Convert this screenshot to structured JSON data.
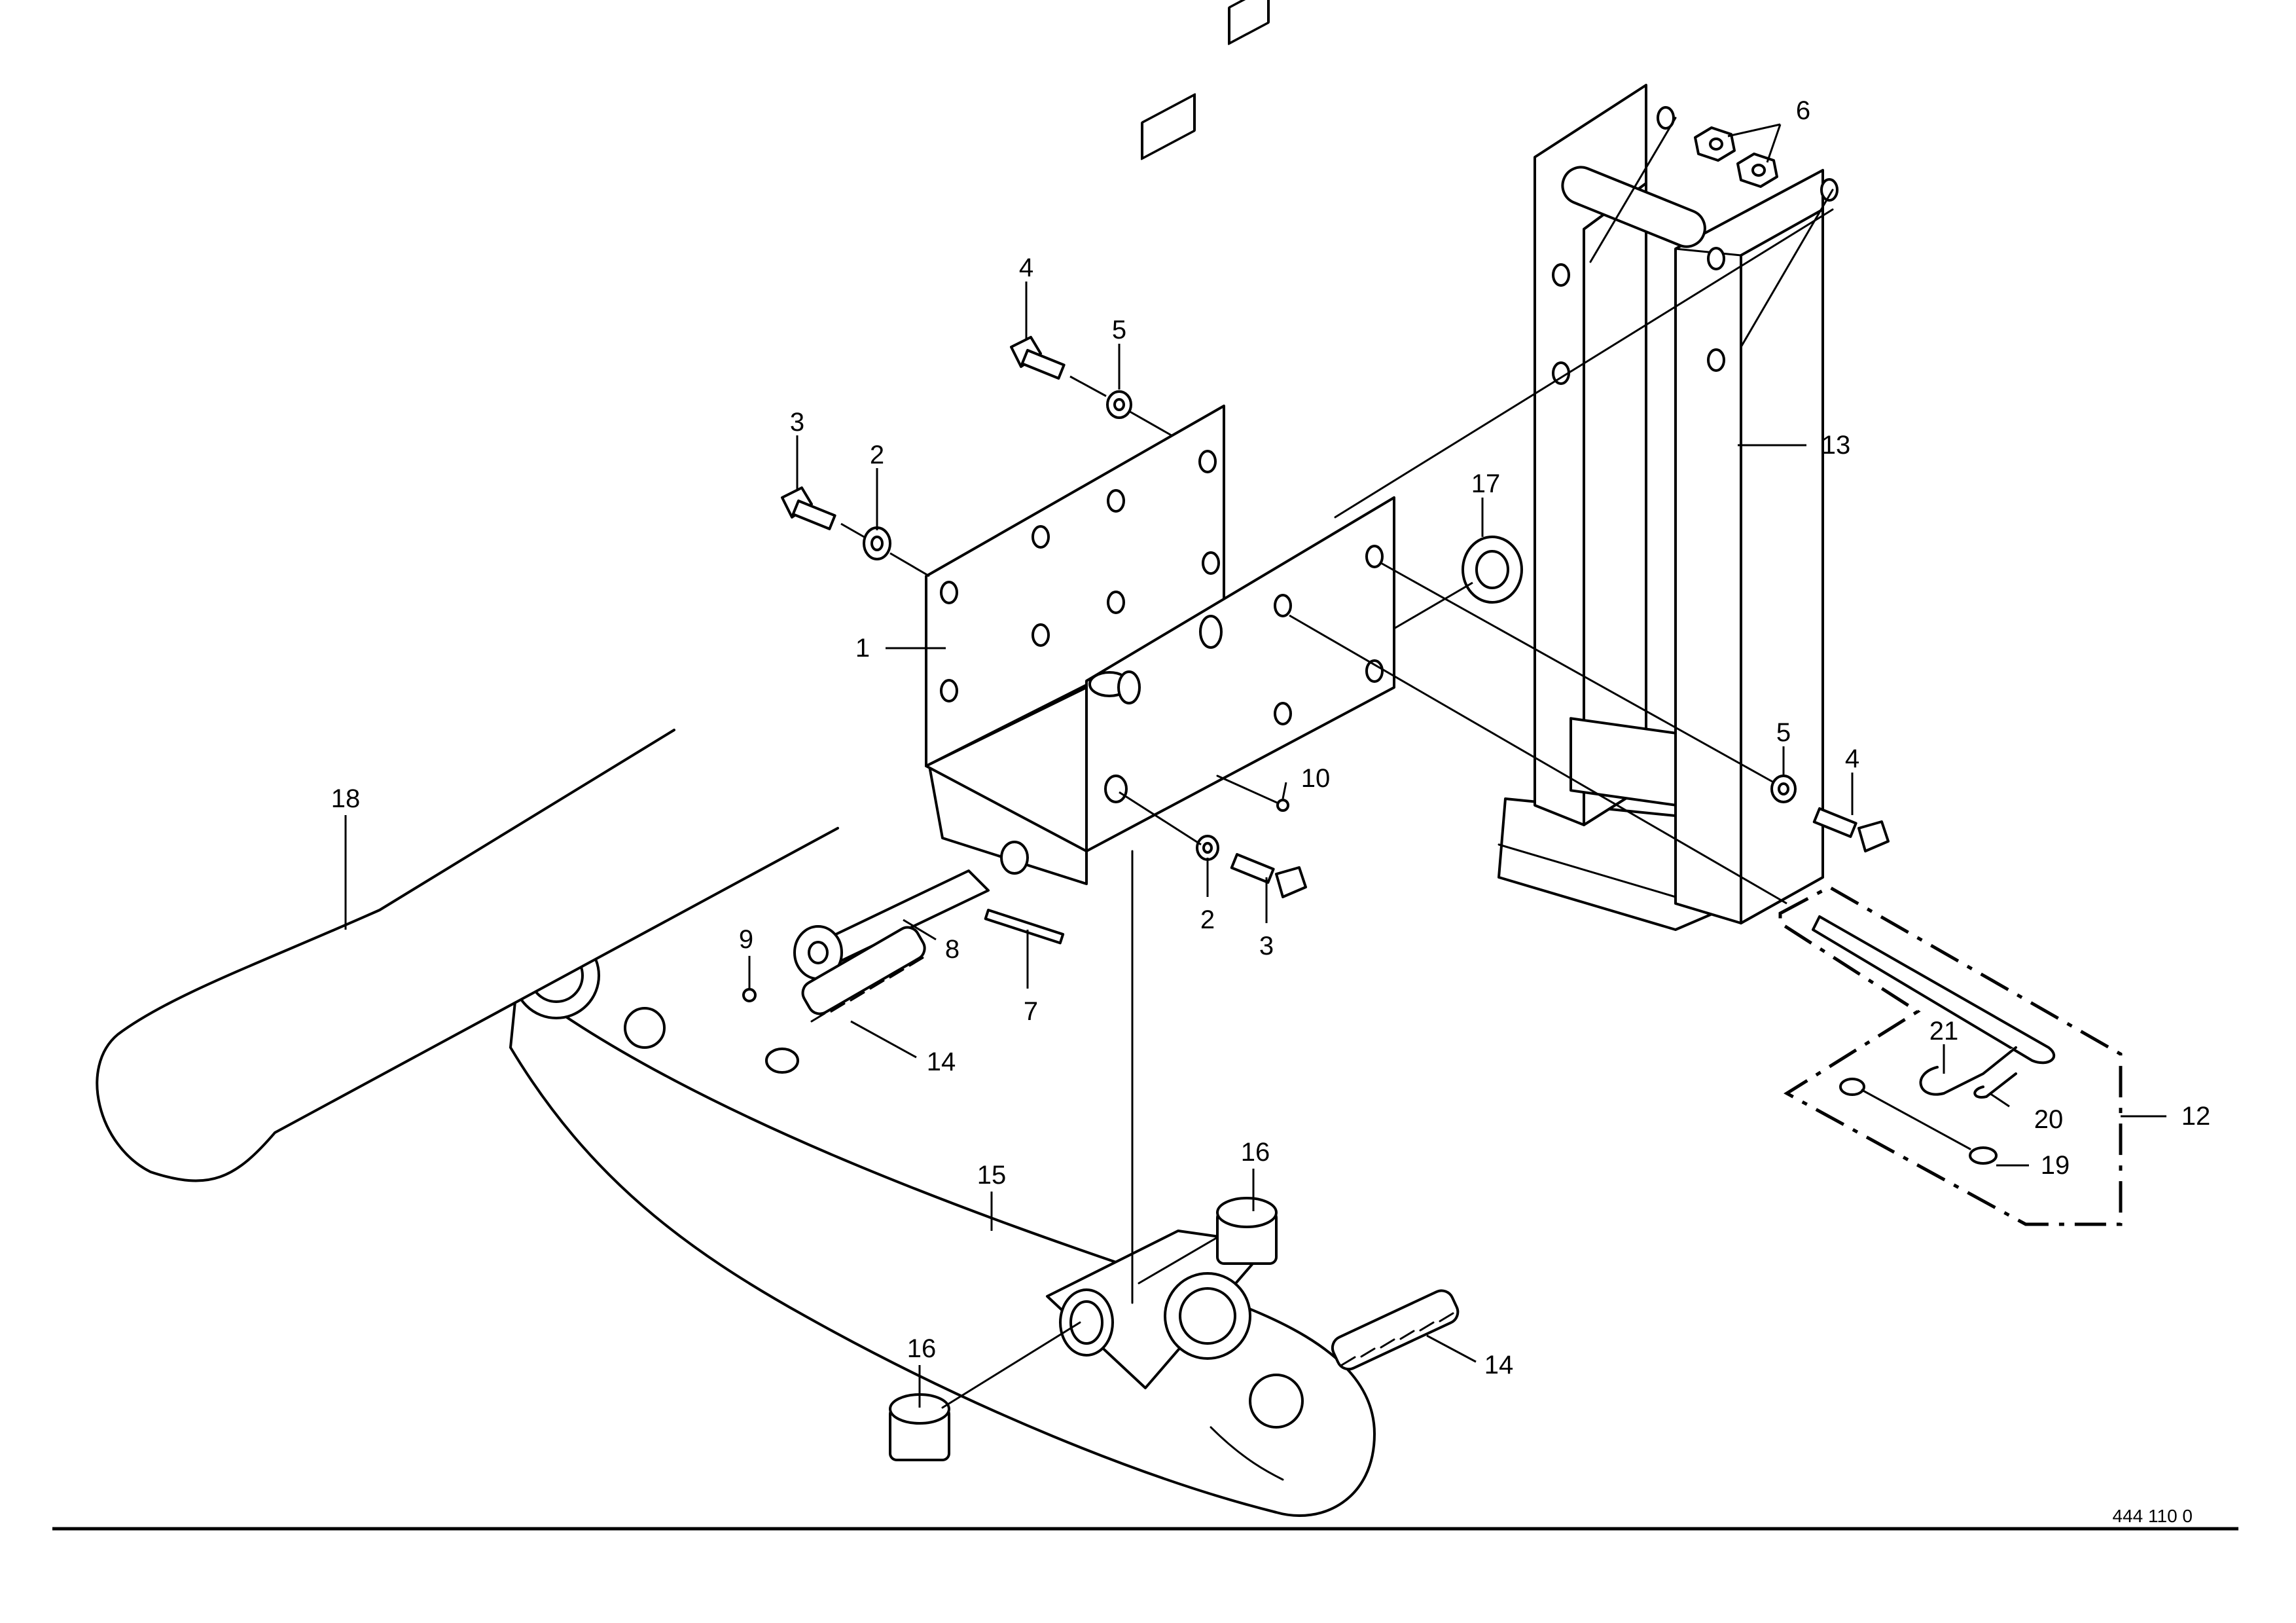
{
  "diagram": {
    "callouts": {
      "c1": "1",
      "c2a": "2",
      "c2b": "2",
      "c3a": "3",
      "c3b": "3",
      "c4a": "4",
      "c4b": "4",
      "c5a": "5",
      "c5b": "5",
      "c6": "6",
      "c7": "7",
      "c8": "8",
      "c9": "9",
      "c10": "10",
      "c12": "12",
      "c13": "13",
      "c14a": "14",
      "c14b": "14",
      "c15": "15",
      "c16a": "16",
      "c16b": "16",
      "c17": "17",
      "c18": "18",
      "c19": "19",
      "c20": "20",
      "c21": "21"
    },
    "drawing_number": "444 110 0"
  }
}
